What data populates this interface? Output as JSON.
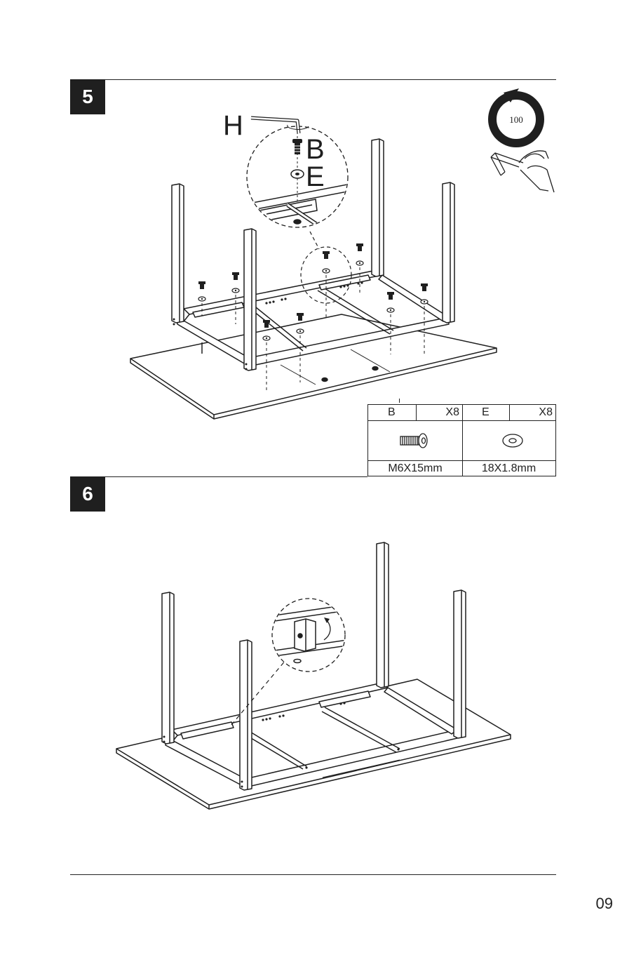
{
  "colors": {
    "ink": "#1f1f1f",
    "paper": "#ffffff"
  },
  "step5": {
    "number": "5",
    "tool_label": "H",
    "callout_labels": {
      "screw": "B",
      "washer": "E"
    },
    "torque_value": "100",
    "icons": [
      "hex-key-icon",
      "rotation-torque-icon",
      "hand-turning-key-icon",
      "screw-icon",
      "washer-icon"
    ]
  },
  "parts_table": {
    "b": {
      "label": "B",
      "qty": "X8",
      "size": "M6X15mm",
      "icon": "screw-icon"
    },
    "e": {
      "label": "E",
      "qty": "X8",
      "size": "18X1.8mm",
      "icon": "washer-icon"
    }
  },
  "step6": {
    "number": "6",
    "icons": [
      "rotate-arrow-icon",
      "bracket-clip-icon"
    ]
  },
  "footer": {
    "page_number": "09"
  }
}
